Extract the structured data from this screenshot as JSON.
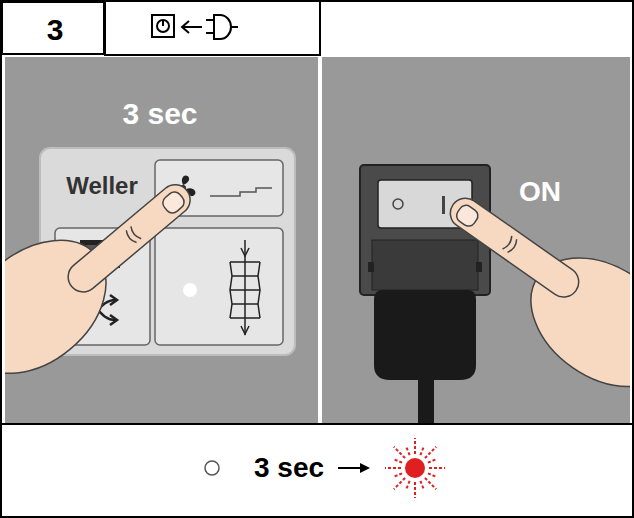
{
  "diagram": {
    "nodes": [
      {
        "text": [
          "3"
        ]
      },
      {
        "text": [
          "Weller"
        ]
      }
    ],
    "labels": [
      "3 sec",
      "ON",
      "3 sec"
    ]
  }
}
